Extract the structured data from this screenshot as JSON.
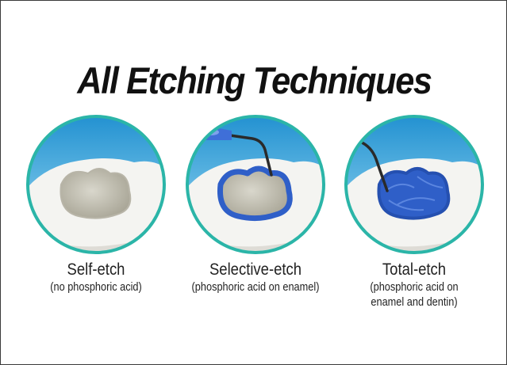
{
  "title": "All Etching Techniques",
  "panels": [
    {
      "label": "Self-etch",
      "sublabel": "(no phosphoric acid)"
    },
    {
      "label": "Selective-etch",
      "sublabel": "(phosphoric acid on enamel)"
    },
    {
      "label": "Total-etch",
      "sublabel": "(phosphoric acid on\nenamel and dentin)"
    }
  ],
  "colors": {
    "ring": "#2bb5a8",
    "background_blue": "#3aa6d8",
    "etchant_blue": "#2f5fc8",
    "tooth": "#f4f4f1",
    "cavity": "#c9c6b8",
    "gum": "#e9a3a8"
  }
}
